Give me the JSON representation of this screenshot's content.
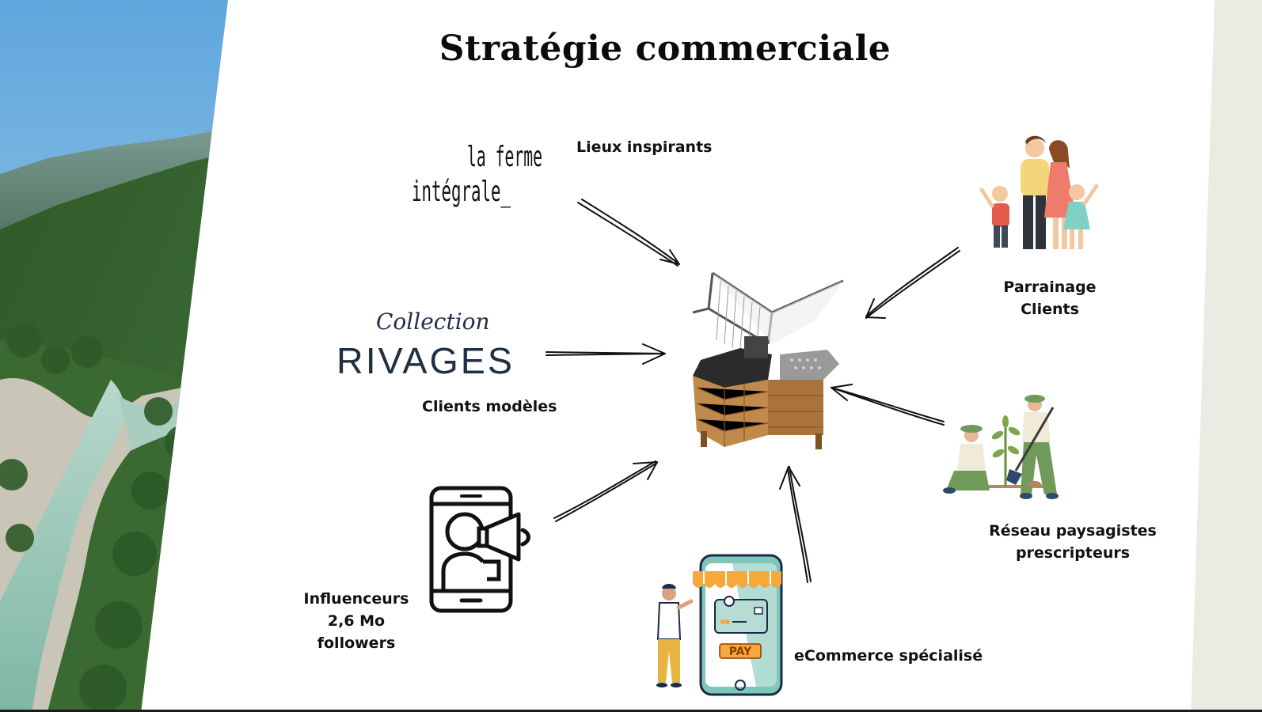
{
  "title": "Stratégie commerciale",
  "nodes": {
    "lieux": {
      "label": "Lieux inspirants",
      "logo_top": "la ferme",
      "logo_bottom": "intégrale_"
    },
    "clients_modeles": {
      "label": "Clients modèles",
      "logo_script": "Collection",
      "logo_word": "RIVAGES"
    },
    "influenceurs": {
      "lines": [
        "Influenceurs",
        "2,6 Mo",
        "followers"
      ]
    },
    "ecommerce": {
      "label": "eCommerce spécialisé",
      "pay_text": "PAY"
    },
    "reseau": {
      "lines": [
        "Réseau paysagistes",
        "prescripteurs"
      ]
    },
    "parrainage": {
      "lines": [
        "Parrainage",
        "Clients"
      ]
    }
  },
  "icons": {
    "center": "garden-kiosk-icon",
    "family": "family-icon",
    "gardeners": "gardeners-planting-icon",
    "phone_megaphone": "phone-megaphone-icon",
    "shop_phone": "shop-phone-pay-icon"
  },
  "colors": {
    "text": "#111111",
    "rivages": "#1f2f44",
    "wood": "#c08a4c",
    "teal": "#7fc5b8",
    "green_clothes": "#6f9a5a"
  }
}
